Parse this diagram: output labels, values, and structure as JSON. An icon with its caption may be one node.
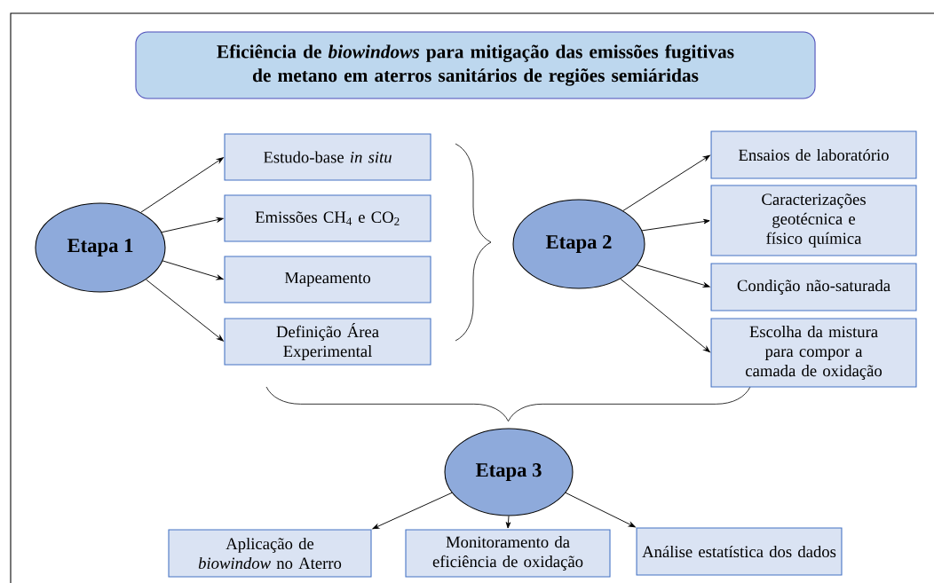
{
  "diagram": {
    "nodes": [
      {
        "text": [
          "Eficiência de *biowindows* para mitigação das emissões fugitivas de metano em aterros sanitários de regiões semiáridas"
        ]
      },
      {
        "text": [
          "Etapa 1"
        ]
      },
      {
        "text": [
          "Estudo-base *in situ*"
        ]
      },
      {
        "text": [
          "Emissões CH$_{4}$ e CO$_{2}$"
        ]
      },
      {
        "text": [
          "Mapeamento"
        ]
      },
      {
        "text": [
          "Definição Área Experimental"
        ]
      },
      {
        "text": [
          "Etapa 2"
        ]
      },
      {
        "text": [
          "Ensaios de laboratório"
        ]
      },
      {
        "text": [
          "Caracterizações geotécnica e físico química"
        ]
      },
      {
        "text": [
          "Condição não-saturada"
        ]
      },
      {
        "text": [
          "Escolha da mistura para compor a camada de oxidação"
        ]
      },
      {
        "text": [
          "Etapa 3"
        ]
      },
      {
        "text": [
          "Aplicação de *biowindow* no Aterro"
        ]
      },
      {
        "text": [
          "Monitoramento da eficiência de oxidação"
        ]
      },
      {
        "text": [
          "Análise estatística dos dados"
        ]
      }
    ],
    "edges": [
      {
        "from": 1,
        "to": 2,
        "arrow": "to"
      },
      {
        "from": 1,
        "to": 3,
        "arrow": "to"
      },
      {
        "from": 1,
        "to": 4,
        "arrow": "to"
      },
      {
        "from": 1,
        "to": 5,
        "arrow": "to"
      },
      {
        "from": 6,
        "to": 7,
        "arrow": "to"
      },
      {
        "from": 6,
        "to": 8,
        "arrow": "to"
      },
      {
        "from": 6,
        "to": 9,
        "arrow": "to"
      },
      {
        "from": 6,
        "to": 10,
        "arrow": "to"
      },
      {
        "from": 11,
        "to": 12,
        "arrow": "to"
      },
      {
        "from": 11,
        "to": 13,
        "arrow": "to"
      },
      {
        "from": 11,
        "to": 14,
        "arrow": "to"
      }
    ]
  }
}
